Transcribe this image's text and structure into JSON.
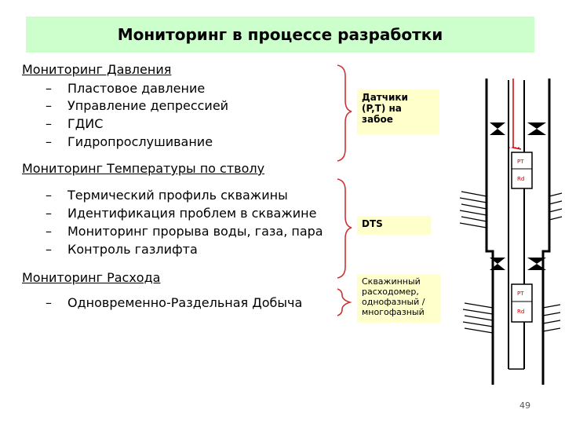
{
  "title": "Мониторинг в процессе разработки",
  "sections": [
    {
      "heading": "Мониторинг Давления",
      "items": [
        "Пластовое давление",
        "Управление депрессией",
        "ГДИС",
        "Гидропрослушивание"
      ]
    },
    {
      "heading": "Мониторинг Температуры по стволу",
      "items": [
        "Термический профиль скважины",
        "Идентификация проблем в скважине",
        "Мониторинг прорыва воды, газа, пара",
        "Контроль газлифта"
      ]
    },
    {
      "heading": "Мониторинг Расхода",
      "items": [
        "Одновременно-Раздельная Добыча"
      ]
    }
  ],
  "bullet_dash": "–",
  "labels": {
    "sensors": "Датчики (P,T) на забое",
    "dts": "DTS",
    "flowmeter": "Скважинный расходомер, однофазный / многофазный"
  },
  "diagram": {
    "gauge_upper_top": "PT",
    "gauge_upper_bottom": "Rd",
    "gauge_lower_top": "PT",
    "gauge_lower_bottom": "Rd"
  },
  "page_number": "49",
  "colors": {
    "banner": "#ccffcc",
    "label_box": "#ffffcc",
    "brace": "#cc3333",
    "cable": "#cc0000"
  }
}
